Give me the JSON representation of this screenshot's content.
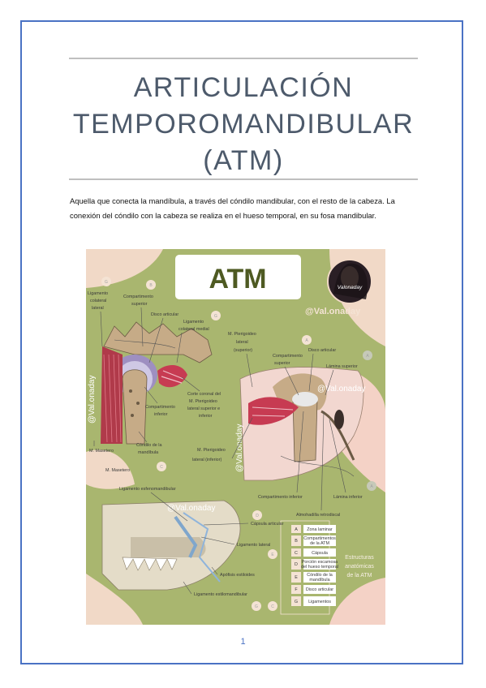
{
  "document": {
    "title_lines": [
      "ARTICULACIÓN",
      "TEMPOROMANDIBULAR",
      "(ATM)"
    ],
    "intro_lines": [
      "Aquella que conecta la mandíbula, a través del cóndilo mandibular, con el resto de la cabeza. La",
      "conexión del cóndilo con la cabeza se realiza en el hueso temporal, en su fosa mandibular."
    ],
    "page_number": "1"
  },
  "colors": {
    "border": "#4a72c4",
    "rule": "#bfbfbf",
    "title": "#4d5a6b",
    "background_green": "#a9b66f"
  },
  "infographic": {
    "heading": "ATM",
    "handle": "@Val.onaday",
    "avatar_text": "Valonaday",
    "watermarks": [
      "@Val.onaday",
      "@Val.onaday",
      "@Val.onaday",
      "@Val.onaday"
    ],
    "labels": {
      "ligamento_colateral_lateral": [
        "Ligamento",
        "colateral",
        "lateral"
      ],
      "compartimento_superior_1": [
        "Compartimento",
        "superior"
      ],
      "disco_articular_1": "Disco articular",
      "ligamento_colateral_medial": [
        "Ligamento",
        "colateral medial"
      ],
      "corte_coronal": [
        "Corte coronal del",
        "M. Pterigoideo",
        "lateral superior e",
        "inferior"
      ],
      "compartimento_inferior_1": [
        "Compartimento",
        "inferior"
      ],
      "condilo": [
        "Cóndilo de la",
        "mandíbula"
      ],
      "masetero_1": "M. Masetero",
      "masetero_2": "M. Masetero",
      "pterigoideo_superior": [
        "M. Pterigoideo",
        "lateral",
        "(superior)"
      ],
      "compartimento_superior_2": [
        "Compartimento",
        "superior"
      ],
      "disco_articular_2": "Disco articular",
      "lamina_superior": "Lámina superior",
      "pterigoideo_inferior": [
        "M. Pterigoideo",
        "lateral (inferior)"
      ],
      "compartimento_inferior_2": "Compartimento inferior",
      "lamina_inferior": "Lámina inferior",
      "almohadilla": "Almohadilla retrodiscal",
      "ligamento_esfenomandibular": "Ligamento esfenomandibular",
      "capsula_articular": "Cápsula articular",
      "ligamento_lateral": "Ligamento lateral",
      "apofisis_estiloides": "Apófisis estiloides",
      "ligamento_estilomandibular": "Ligamento estilomandibular"
    },
    "markers": [
      "G",
      "B",
      "G",
      "A",
      "A",
      "C",
      "A",
      "D",
      "E",
      "C",
      "G"
    ],
    "legend": {
      "title_lines": [
        "Estructuras",
        "anatómicas",
        "de la ATM"
      ],
      "items": [
        {
          "key": "A",
          "text": [
            "Zona laminar"
          ]
        },
        {
          "key": "B",
          "text": [
            "Compartimentos",
            "de la ATM"
          ]
        },
        {
          "key": "C",
          "text": [
            "Cápsula"
          ]
        },
        {
          "key": "D",
          "text": [
            "Porción escamosa",
            "del hueso temporal"
          ]
        },
        {
          "key": "E",
          "text": [
            "Cóndilo de la",
            "mandíbula"
          ]
        },
        {
          "key": "F",
          "text": [
            "Disco articular"
          ]
        },
        {
          "key": "G",
          "text": [
            "Ligamentos"
          ]
        }
      ]
    }
  }
}
